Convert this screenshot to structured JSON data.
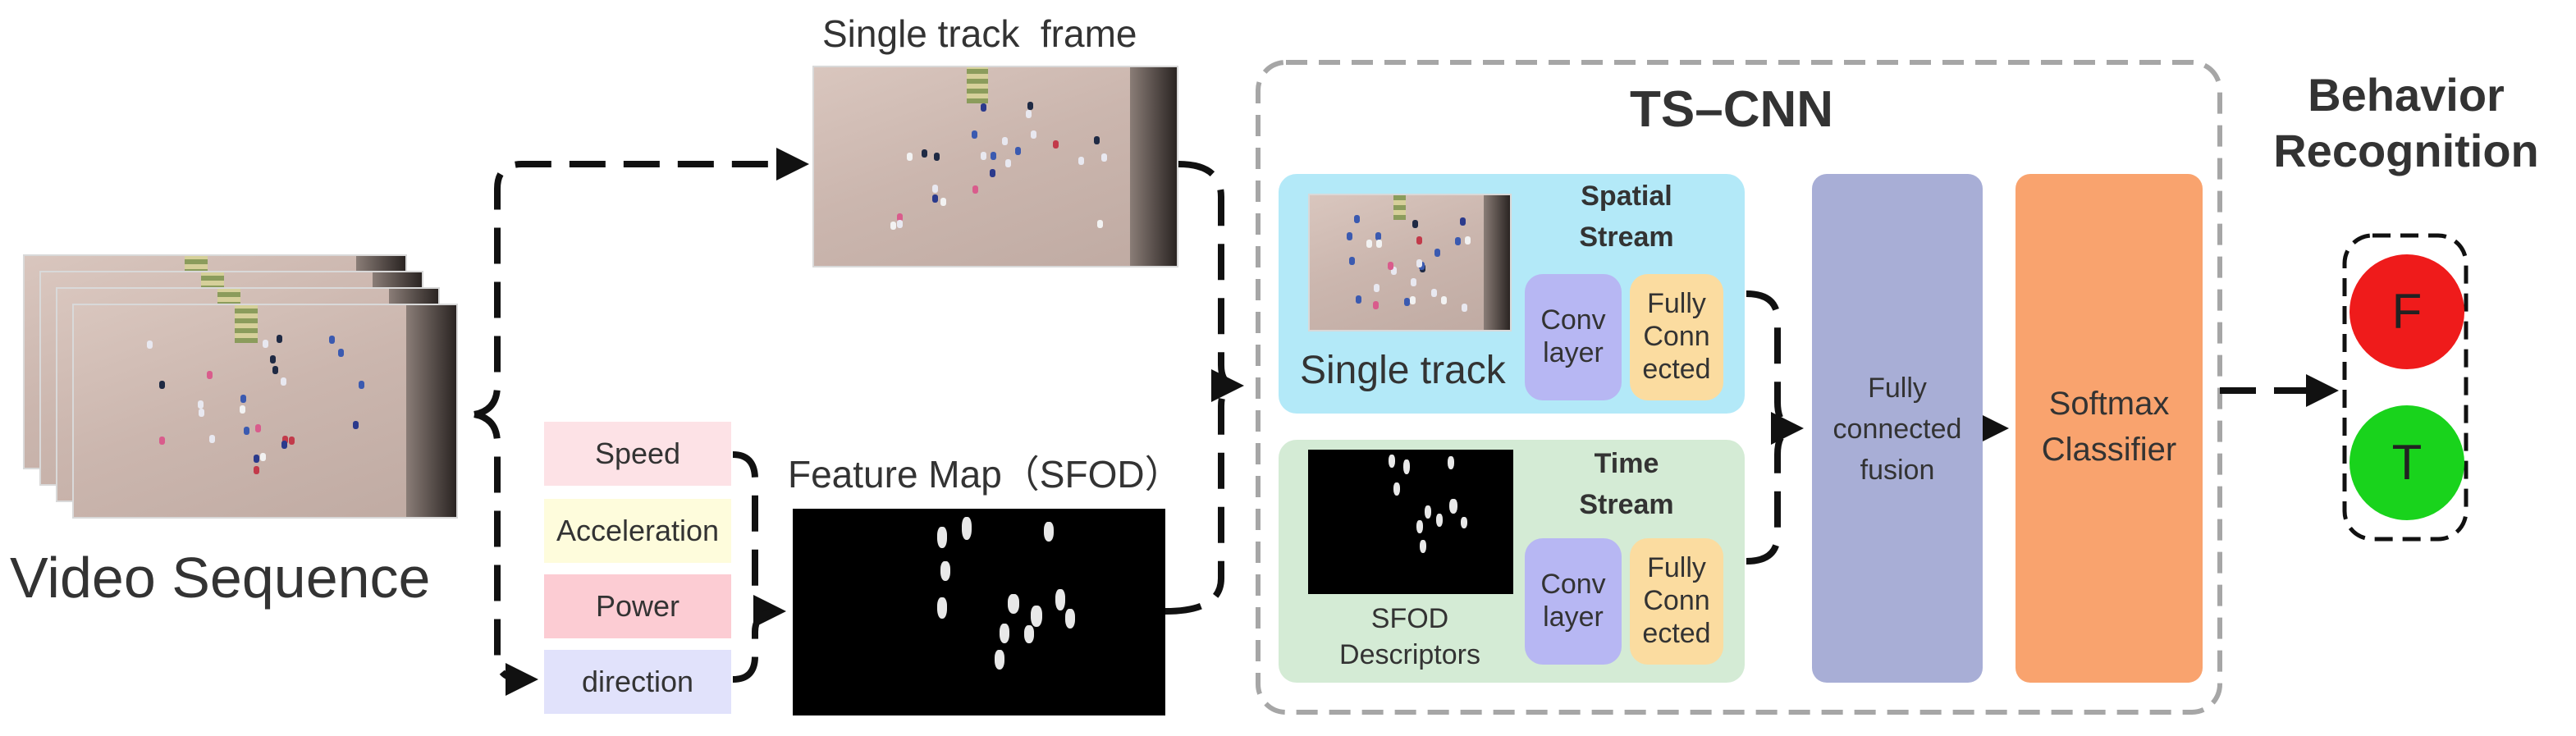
{
  "labels": {
    "single_track_frame": "Single track  frame",
    "video_sequence": "Video Sequence",
    "feature_map": "Feature Map（SFOD）",
    "ts_cnn": "TS–CNN",
    "spatial_stream": "Spatial Stream",
    "single_track": "Single track",
    "conv_layer": "Conv layer",
    "fully_connected": "Fully Conn ected",
    "time_stream": "Time Stream",
    "sfod_descriptors": "SFOD Descriptors",
    "fully_connected_fusion": "Fully connected fusion",
    "softmax_classifier": "Softmax Classifier",
    "behavior_recognition": "Behavior Recognition",
    "result_f": "F",
    "result_t": "T"
  },
  "features": [
    "Speed",
    "Acceleration",
    "Power",
    "direction"
  ],
  "colors": {
    "spatial_bg": "#b3e9f8",
    "time_bg": "#d4ebd5",
    "conv": "#b7b7f3",
    "fully": "#fbdca0",
    "fusion": "#a8aed6",
    "softmax": "#f9a36e",
    "speed": "#fde2e6",
    "acceleration": "#fefcdc",
    "power": "#fcccd3",
    "direction": "#e1e2fb",
    "red": "#ef1b1b",
    "green": "#19d31c"
  }
}
